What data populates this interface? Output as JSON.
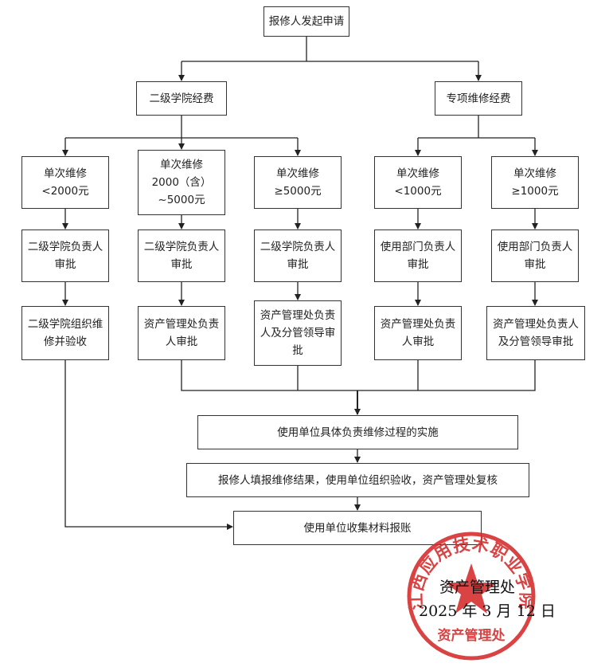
{
  "nodes": {
    "start": "报修人发起申请",
    "college_fund": "二级学院经费",
    "special_fund": "专项维修经费",
    "c1_range": "单次维修\n<2000元",
    "c2_range": "单次维修\n2000（含）\n~5000元",
    "c3_range": "单次维修\n≥5000元",
    "s1_range": "单次维修\n<1000元",
    "s2_range": "单次维修\n≥1000元",
    "c1_approve": "二级学院负责人\n审批",
    "c2_approve": "二级学院负责人\n审批",
    "c3_approve": "二级学院负责人\n审批",
    "s1_approve": "使用部门负责人\n审批",
    "s2_approve": "使用部门负责人\n审批",
    "c1_step3": "二级学院组织维\n修并验收",
    "c2_step3": "资产管理处负责\n人审批",
    "c3_step3": "资产管理处负责\n人及分管领导审\n批",
    "s1_step3": "资产管理处负责\n人审批",
    "s2_step3": "资产管理处负责人\n及分管领导审批",
    "implement": "使用单位具体负责维修过程的实施",
    "verify": "报修人填报维修结果，使用单位组织验收，资产管理处复核",
    "reimburse": "使用单位收集材料报账"
  },
  "footer": {
    "office": "资产管理处",
    "date": "2025 年 3 月 12 日"
  },
  "seal": {
    "outer_text": "江西应用技术职业学院",
    "inner_text": "资产管理处",
    "color": "#d42a2a"
  },
  "colors": {
    "line": "#222222",
    "box_border": "#333333"
  }
}
